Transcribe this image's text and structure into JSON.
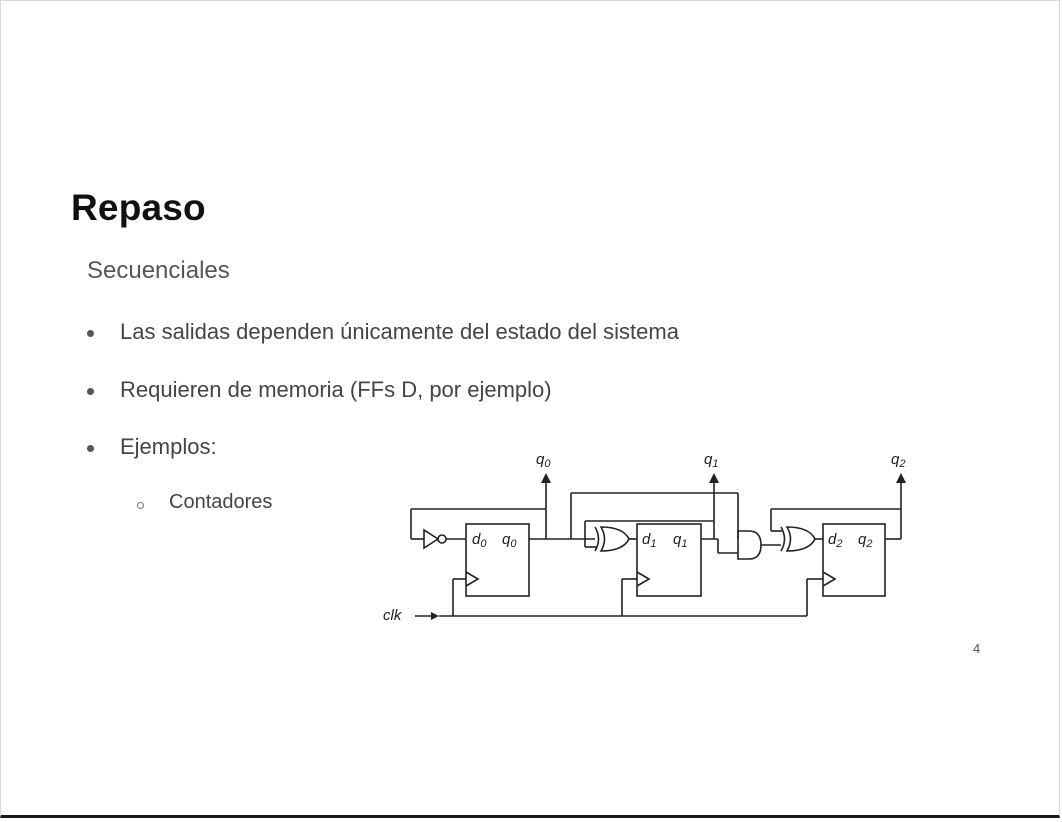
{
  "slide": {
    "title": "Repaso",
    "subtitle": "Secuenciales",
    "bullets": [
      "Las salidas dependen únicamente del estado del sistema",
      "Requieren de memoria (FFs D, por ejemplo)",
      "Ejemplos:"
    ],
    "sub_bullets": [
      "Contadores"
    ],
    "page_number": "4"
  },
  "diagram": {
    "outputs": {
      "q0": "q",
      "q1": "q",
      "q2": "q"
    },
    "clk_label": "clk",
    "ff0": {
      "d": "d",
      "q": "q",
      "sub": "0"
    },
    "ff1": {
      "d": "d",
      "q": "q",
      "sub": "1"
    },
    "ff2": {
      "d": "d",
      "q": "q",
      "sub": "2"
    }
  }
}
